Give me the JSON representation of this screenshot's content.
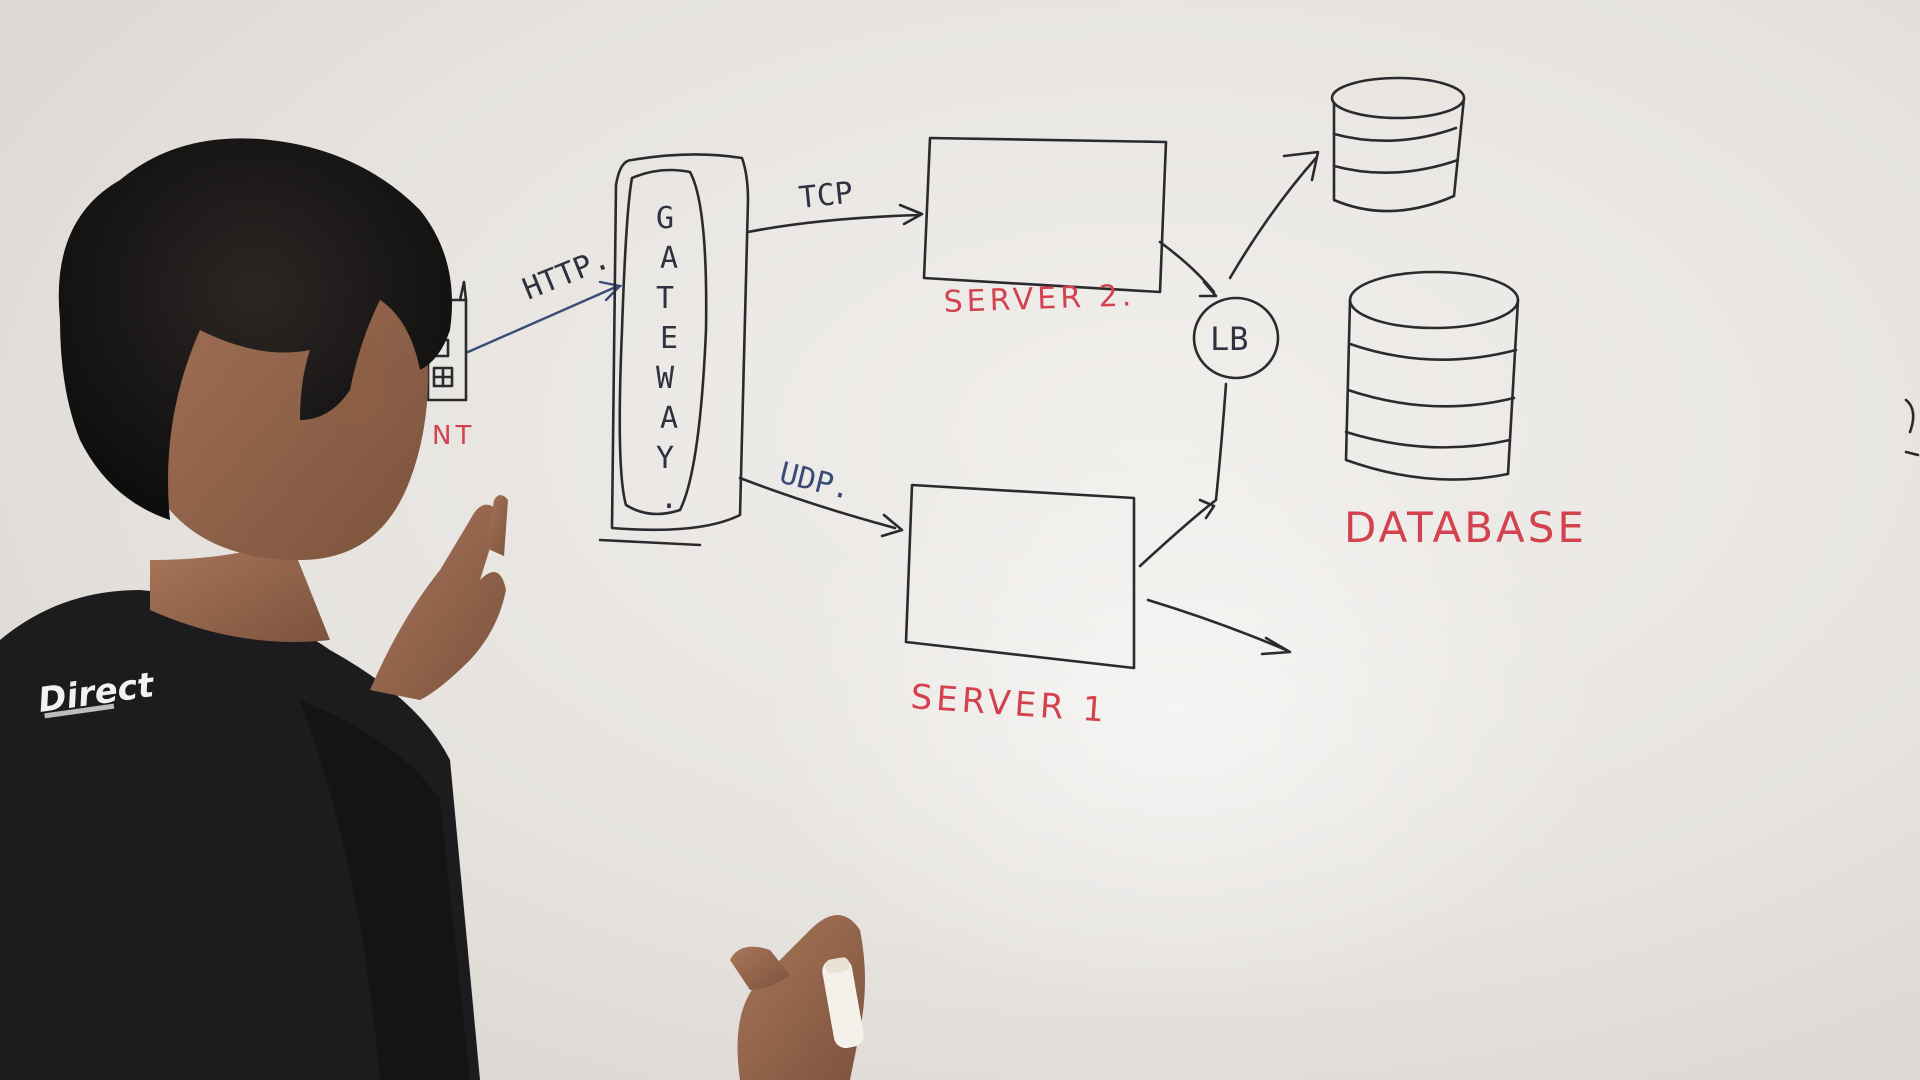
{
  "whiteboard": {
    "labels": {
      "http": "HTTP.",
      "tcp": "TCP",
      "udp": "UDP.",
      "gateway": "GATEWAY.",
      "lb": "LB",
      "server2": "SERVER  2.",
      "server1": "SERVER  1",
      "database": "DATABASE",
      "client_partial": "NT"
    },
    "ink_colors": {
      "black": "#2b2b2f",
      "red": "#d2434f",
      "blue": "#3b4b78"
    }
  },
  "person": {
    "shirt_logo": "Direct",
    "shirt_color": "#1c1c1e",
    "hair_color": "#141414",
    "skin_color": "#9a6a4e"
  }
}
